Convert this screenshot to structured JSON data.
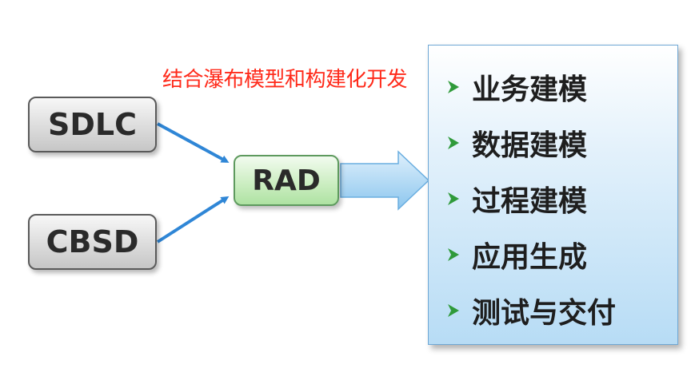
{
  "annotation": "结合瀑布模型和构建化开发",
  "inputs": {
    "sdlc": "SDLC",
    "cbsd": "CBSD"
  },
  "center": "RAD",
  "panel": {
    "items": [
      "业务建模",
      "数据建模",
      "过程建模",
      "应用生成",
      "测试与交付"
    ]
  },
  "colors": {
    "annotation": "#ff2a1a",
    "connector": "#2f86d6",
    "big_arrow": "#9fd0f2",
    "chevron": "#2f9a3a",
    "rad_fill": "#cdeec3",
    "grey_fill": "#dcdcdc",
    "panel_fill": "#b7dcf5"
  },
  "icons": {
    "bullet": "chevron-right-icon"
  }
}
